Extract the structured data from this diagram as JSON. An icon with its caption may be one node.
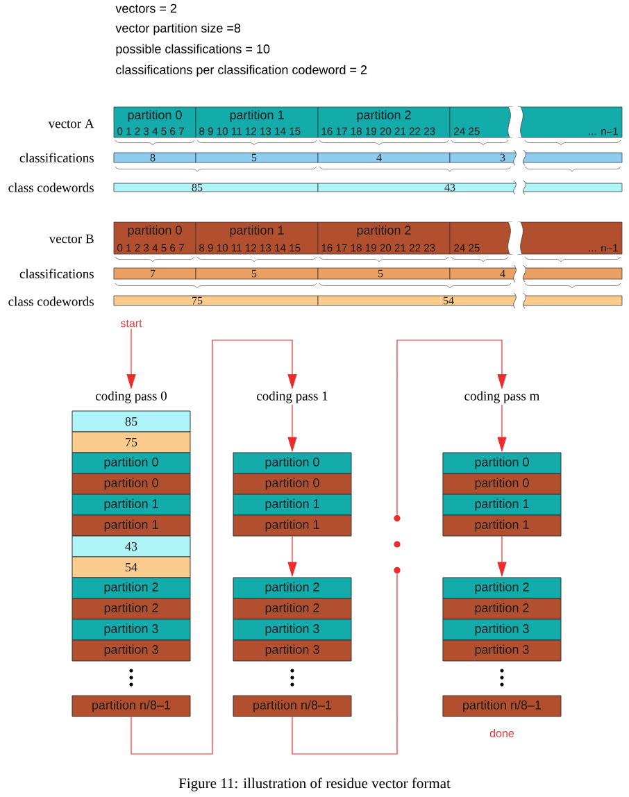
{
  "diagram": {
    "caption": "Figure 11: illustration of residue vector format",
    "nodes": [
      {
        "text": [
          "partition 0",
          "0 1 2 3 4 5 6 7"
        ]
      },
      {
        "text": [
          "partition 1",
          "8 9 10 11 12 13 14 15"
        ]
      },
      {
        "text": [
          "partition 2",
          "16 17 18 19 20 21 22 23"
        ]
      },
      {
        "text": [
          "24 25"
        ]
      },
      {
        "text": [
          "... n–1"
        ]
      },
      {
        "text": [
          "8"
        ]
      },
      {
        "text": [
          "5"
        ]
      },
      {
        "text": [
          "4"
        ]
      },
      {
        "text": [
          "3"
        ]
      },
      {
        "text": [],
        "shape": "bar"
      },
      {
        "text": [
          "85"
        ]
      },
      {
        "text": [
          "43"
        ]
      },
      {
        "text": [],
        "shape": "bar"
      },
      {
        "text": [
          "partition 0",
          "0 1 2 3 4 5 6 7"
        ]
      },
      {
        "text": [
          "partition 1",
          "8 9 10 11 12 13 14 15"
        ]
      },
      {
        "text": [
          "partition 2",
          "16 17 18 19 20 21 22 23"
        ]
      },
      {
        "text": [
          "24 25"
        ]
      },
      {
        "text": [
          "... n–1"
        ]
      },
      {
        "text": [
          "7"
        ]
      },
      {
        "text": [
          "5"
        ]
      },
      {
        "text": [
          "5"
        ]
      },
      {
        "text": [
          "4"
        ]
      },
      {
        "text": [],
        "shape": "bar"
      },
      {
        "text": [
          "75"
        ]
      },
      {
        "text": [
          "54"
        ]
      },
      {
        "text": [],
        "shape": "bar"
      },
      {
        "text": [
          "start"
        ]
      },
      {
        "text": [
          "coding pass 0"
        ]
      },
      {
        "text": [
          "85"
        ]
      },
      {
        "text": [
          "75"
        ]
      },
      {
        "text": [
          "partition 0"
        ]
      },
      {
        "text": [
          "partition 0"
        ]
      },
      {
        "text": [
          "partition 1"
        ]
      },
      {
        "text": [
          "partition 1"
        ]
      },
      {
        "text": [
          "43"
        ]
      },
      {
        "text": [
          "54"
        ]
      },
      {
        "text": [
          "partition 2"
        ]
      },
      {
        "text": [
          "partition 2"
        ]
      },
      {
        "text": [
          "partition 3"
        ]
      },
      {
        "text": [
          "partition 3"
        ]
      },
      {
        "text": [
          "partition n/8–1"
        ]
      },
      {
        "text": [
          "coding pass 1"
        ]
      },
      {
        "text": [
          "partition 0"
        ]
      },
      {
        "text": [
          "partition 0"
        ]
      },
      {
        "text": [
          "partition 1"
        ]
      },
      {
        "text": [
          "partition 1"
        ]
      },
      {
        "text": [
          "partition 2"
        ]
      },
      {
        "text": [
          "partition 2"
        ]
      },
      {
        "text": [
          "partition 3"
        ]
      },
      {
        "text": [
          "partition 3"
        ]
      },
      {
        "text": [
          "partition n/8–1"
        ]
      },
      {
        "text": [
          "coding pass m"
        ]
      },
      {
        "text": [
          "partition 0"
        ]
      },
      {
        "text": [
          "partition 0"
        ]
      },
      {
        "text": [
          "partition 1"
        ]
      },
      {
        "text": [
          "partition 1"
        ]
      },
      {
        "text": [
          "partition 2"
        ]
      },
      {
        "text": [
          "partition 2"
        ]
      },
      {
        "text": [
          "partition 3"
        ]
      },
      {
        "text": [
          "partition 3"
        ]
      },
      {
        "text": [
          "partition n/8–1"
        ]
      },
      {
        "text": [],
        "shape": "dots"
      }
    ],
    "edges": [
      {
        "from": 26,
        "to": 27,
        "arrow": "to"
      },
      {
        "from": 40,
        "to": 41,
        "arrow": "to"
      },
      {
        "from": 41,
        "to": 42,
        "arrow": "to"
      },
      {
        "from": 45,
        "to": 46,
        "arrow": "to"
      },
      {
        "from": 50,
        "to": 61,
        "arrow": "none"
      },
      {
        "from": 51,
        "to": 52,
        "arrow": "to"
      },
      {
        "from": 55,
        "to": 56,
        "arrow": "to"
      },
      {
        "from": 61,
        "to": 51,
        "arrow": "to"
      }
    ],
    "labels": [
      "vectors = 2",
      "vector partition size =8",
      "possible classifications = 10",
      "classifications per classification codeword = 2",
      "vector A",
      "classifications",
      "class codewords",
      "vector B",
      "classifications",
      "class codewords",
      "done"
    ]
  }
}
